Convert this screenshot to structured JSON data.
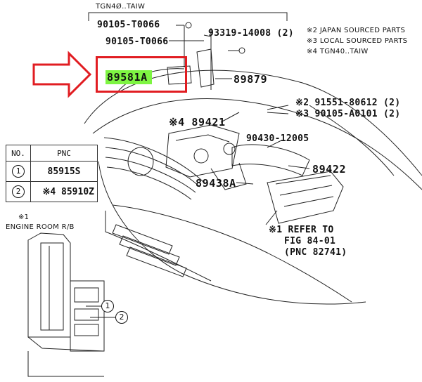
{
  "header_tag": "TGN4Ø..TAIW",
  "notes": {
    "n2": "※2 JAPAN SOURCED PARTS",
    "n3": "※3 LOCAL SOURCED PARTS",
    "n4": "※4 TGN40..TAIW"
  },
  "parts": {
    "p1": "90105-T0066",
    "p2": "90105-T0066",
    "p3": "93319-14008 (2)",
    "p4": "89581A",
    "p5": "89879",
    "p6": "※2 91551-80612 (2)",
    "p7": "※3 90105-A0101 (2)",
    "p8": "※4 89421",
    "p9": "90430-12005",
    "p10": "89422",
    "p11": "89438A"
  },
  "refer": {
    "line1": "※1 REFER TO",
    "line2": "FIG 84-01",
    "line3": "(PNC 82741)"
  },
  "table": {
    "headers": [
      "NO.",
      "PNC"
    ],
    "rows": [
      {
        "no": "1",
        "pnc": "85915S"
      },
      {
        "no": "2",
        "pnc": "※4 85910Z"
      }
    ]
  },
  "engine_room": {
    "mark": "※1",
    "label": "ENGINE ROOM R/B",
    "callout1": "1",
    "callout2": "2"
  },
  "colors": {
    "highlight": "#7ef542",
    "arrow": "#e11d22"
  }
}
